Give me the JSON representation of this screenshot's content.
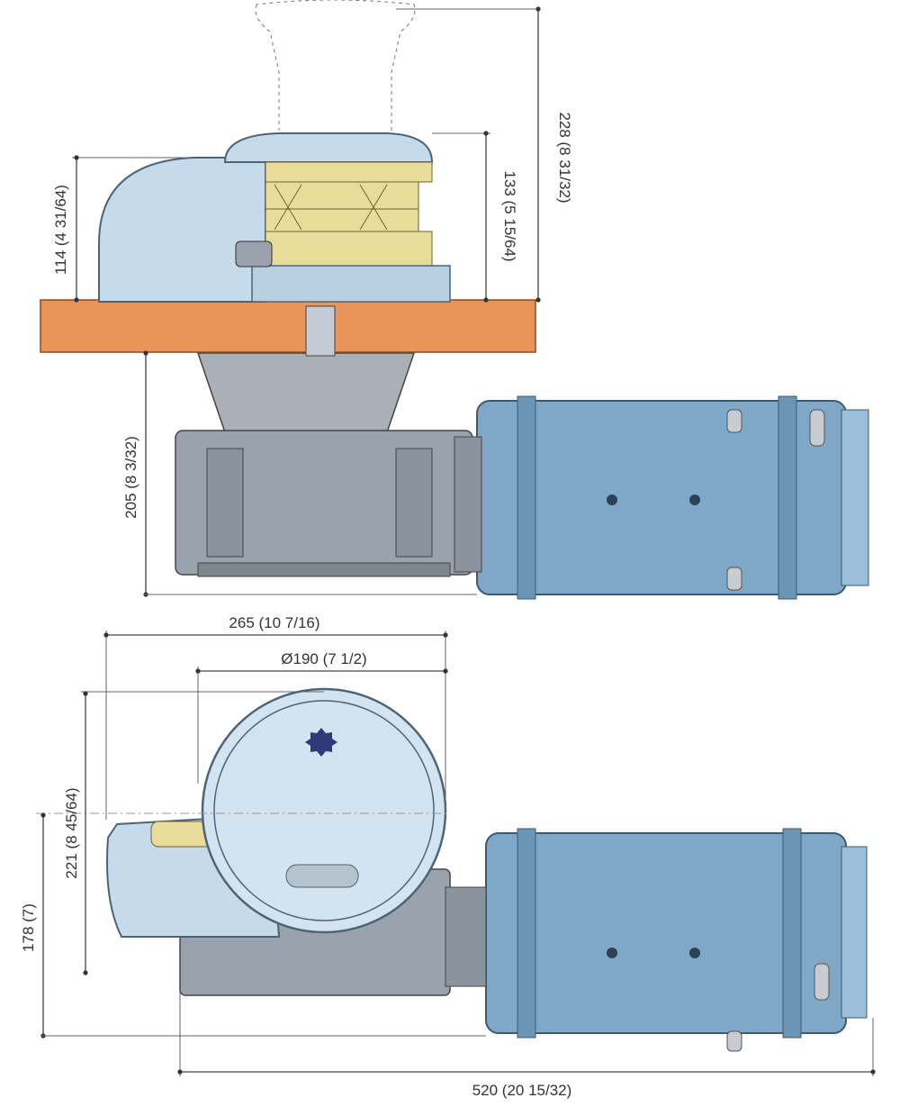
{
  "dimensions": {
    "total_height_with_cap": "228 (8 31/32)",
    "gypsy_height": "133 (5 15/64)",
    "housing_height": "114 (4 31/64)",
    "below_deck_depth": "205 (8 3/32)",
    "overall_width": "265 (10 7/16)",
    "cover_diameter": "Ø190 (7 1/2)",
    "overall_depth": "221 (8 45/64)",
    "centerline_height": "178 (7)",
    "overall_length": "520 (20 15/32)"
  },
  "colors": {
    "deck": "#e9955a",
    "housing": "#c5daea",
    "gypsy": "#e9dc9a",
    "gearbox": "#9aa3ad",
    "motor": "#7fa8c8"
  }
}
